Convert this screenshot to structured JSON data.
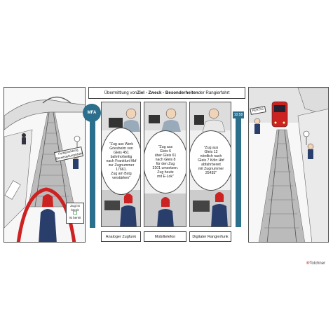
{
  "title": {
    "prefix": "Übermittlung von ",
    "bold": "Ziel - Zweck - Besonderheiten",
    "suffix": " der Rangierfahrt"
  },
  "badges": {
    "left": "MFA",
    "time": "10:58"
  },
  "panels": [
    {
      "bubble": "\"Zug aus Werk\nGriesheim von\nGleis 451\nbahnhofseitig\nnach Frankfurt Hbf\nzur Zugnummer\n17661.\nZug am Bstg\nverstärken\"",
      "caption": "Analoger Zugfunk"
    },
    {
      "bubble": "\"Zug aus\nGleis 6\nüber Gleis 61\nnach Gleis 8\nfür den Zug\n3101 umsetzen.\nZug heute\nmit E-Lok\"",
      "caption": "Mobiltelefon"
    },
    {
      "bubble": "\"Zug aus\nGleis 12\nnördlich nach\nGleis 7 Köln Hbf\nabfahrbereit\nmit Zugnummer\n25435\"",
      "caption": "Digitaler Rangierfunk"
    }
  ],
  "signs": {
    "fertigmeldung": "Fertigmeldung\nBereitstellungsdatei",
    "zug_ist_bereit": "Zug ist bereit",
    "ist_bereit": "ist bereit",
    "fertig": "FERTIG"
  },
  "credit": {
    "mark": "®",
    "name": "Tolchner"
  }
}
